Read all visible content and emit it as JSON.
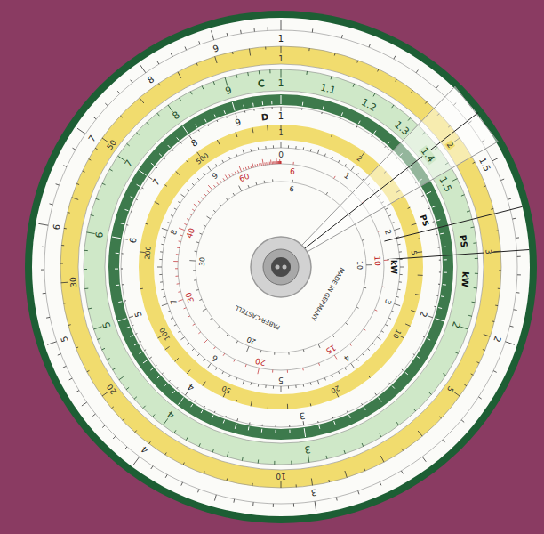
{
  "diagram": {
    "labels": [
      "1",
      "1.5",
      "2",
      "3",
      "4",
      "5",
      "6",
      "7",
      "8",
      "9",
      "1",
      "2",
      "3",
      "5",
      "10",
      "20",
      "30",
      "50",
      "1",
      "1.1",
      "1.2",
      "1.3",
      "1.4",
      "1.5",
      "2",
      "3",
      "4",
      "5",
      "6",
      "7",
      "8",
      "9",
      "1",
      "2",
      "3",
      "4",
      "5",
      "6",
      "7",
      "8",
      "9",
      "1",
      "2",
      "5",
      "10",
      "20",
      "50",
      "100",
      "200",
      "500",
      "0",
      "1",
      "2",
      "3",
      "4",
      "5",
      "6",
      "7",
      "8",
      "9",
      "6",
      "10",
      "15",
      "20",
      "30",
      "40",
      "60",
      "6",
      "10",
      "20",
      "30",
      "C",
      "D",
      "MADE IN GERMANY",
      "FABER-CASTELL",
      "PS",
      "kW",
      "PS",
      "kW"
    ]
  }
}
